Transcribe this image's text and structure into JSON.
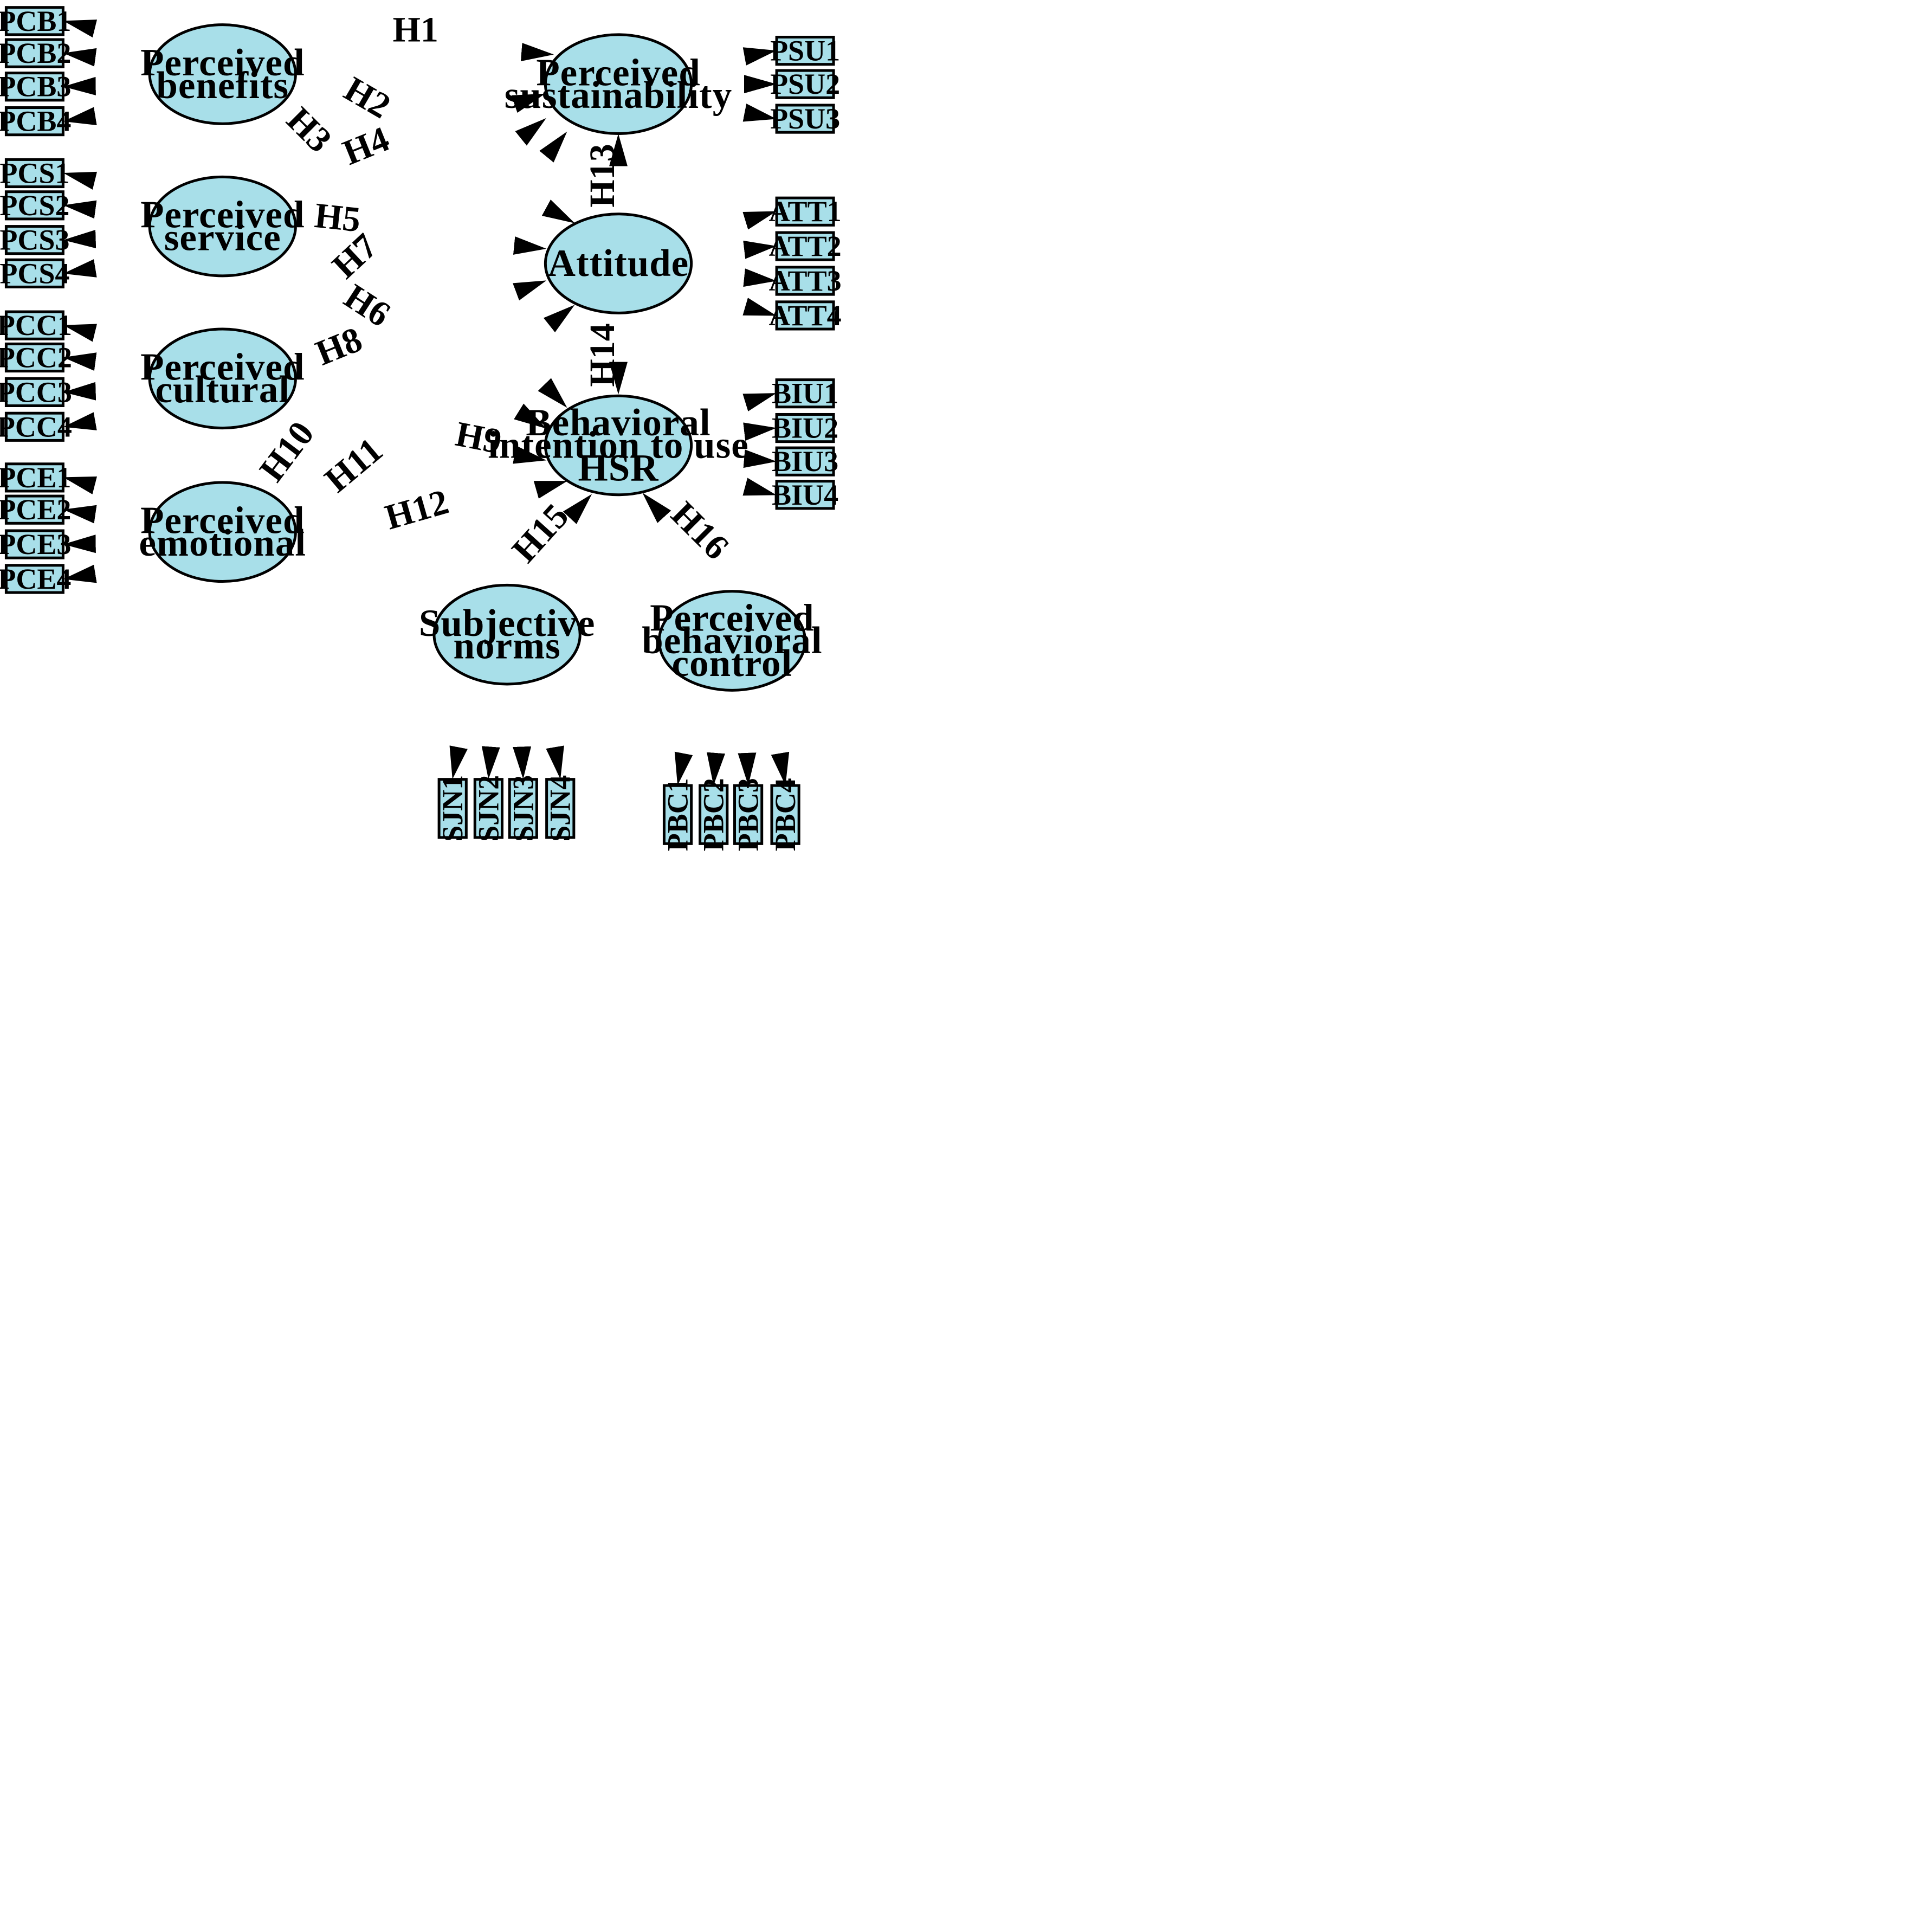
{
  "latents": {
    "pcb": [
      "Perceived",
      "benefits"
    ],
    "pcs": [
      "Perceived",
      "service"
    ],
    "pcc": [
      "Perceived",
      "cultural"
    ],
    "pce": [
      "Perceived",
      "emotional"
    ],
    "psu": [
      "Perceived",
      "sustainability"
    ],
    "att": [
      "Attitude"
    ],
    "biu": [
      "Behavioral",
      "intention to use",
      "HSR"
    ],
    "sjn": [
      "Subjective",
      "norms"
    ],
    "pbc": [
      "Perceived",
      "behavioral",
      "control"
    ]
  },
  "indicators": {
    "pcb": [
      "PCB1",
      "PCB2",
      "PCB3",
      "PCB4"
    ],
    "pcs": [
      "PCS1",
      "PCS2",
      "PCS3",
      "PCS4"
    ],
    "pcc": [
      "PCC1",
      "PCC2",
      "PCC3",
      "PCC4"
    ],
    "pce": [
      "PCE1",
      "PCE2",
      "PCE3",
      "PCE4"
    ],
    "psu": [
      "PSU1",
      "PSU2",
      "PSU3"
    ],
    "att": [
      "ATT1",
      "ATT2",
      "ATT3",
      "ATT4"
    ],
    "biu": [
      "BIU1",
      "BIU2",
      "BIU3",
      "BIU4"
    ],
    "sjn": [
      "SJN1",
      "SJN2",
      "SJN3",
      "SJN4"
    ],
    "pbc": [
      "PBC1",
      "PBC2",
      "PBC3",
      "PBC4"
    ]
  },
  "hypotheses": [
    {
      "label": "H1",
      "from": "pcb",
      "to": "psu"
    },
    {
      "label": "H2",
      "from": "pcb",
      "to": "att"
    },
    {
      "label": "H3",
      "from": "pcb",
      "to": "biu"
    },
    {
      "label": "H4",
      "from": "pcs",
      "to": "psu"
    },
    {
      "label": "H5",
      "from": "pcs",
      "to": "att"
    },
    {
      "label": "H6",
      "from": "pcs",
      "to": "biu"
    },
    {
      "label": "H7",
      "from": "pcc",
      "to": "psu"
    },
    {
      "label": "H8",
      "from": "pcc",
      "to": "att"
    },
    {
      "label": "H9",
      "from": "pcc",
      "to": "biu"
    },
    {
      "label": "H10",
      "from": "pce",
      "to": "psu"
    },
    {
      "label": "H11",
      "from": "pce",
      "to": "att"
    },
    {
      "label": "H12",
      "from": "pce",
      "to": "biu"
    },
    {
      "label": "H13",
      "from": "att",
      "to": "psu"
    },
    {
      "label": "H14",
      "from": "att",
      "to": "biu"
    },
    {
      "label": "H15",
      "from": "sjn",
      "to": "biu"
    },
    {
      "label": "H16",
      "from": "pbc",
      "to": "biu"
    }
  ]
}
